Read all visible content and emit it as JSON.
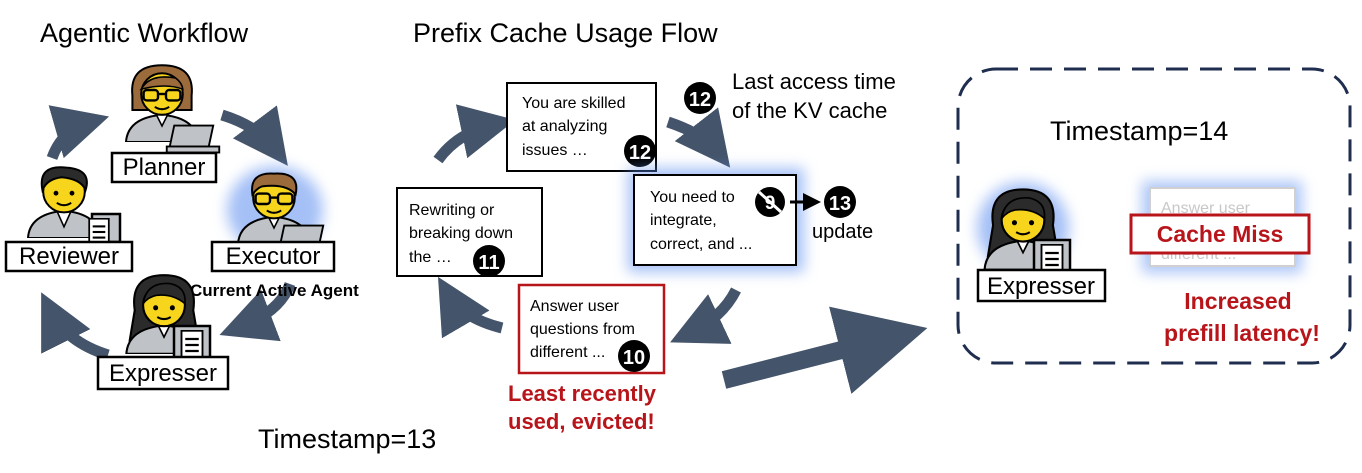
{
  "workflow": {
    "title": "Agentic Workflow",
    "agents": [
      "Planner",
      "Executor",
      "Expresser",
      "Reviewer"
    ],
    "active_caption": "Current Active Agent",
    "timestamp": "Timestamp=13"
  },
  "cache_flow": {
    "title": "Prefix Cache Usage Flow",
    "legend_num": "12",
    "legend_text": [
      "Last access time",
      "of the KV cache"
    ],
    "entries": [
      {
        "lines": [
          "You are skilled",
          "at analyzing",
          "issues …"
        ],
        "time": "12"
      },
      {
        "lines": [
          "You need to",
          "integrate,",
          "correct, and ..."
        ],
        "time": "9",
        "new_time": "13",
        "update_label": "update"
      },
      {
        "lines": [
          "Answer user",
          "questions from",
          "different ..."
        ],
        "time": "10"
      },
      {
        "lines": [
          "Rewriting or",
          "breaking down",
          "the …"
        ],
        "time": "11"
      }
    ],
    "evicted_note": [
      "Least recently",
      "used, evicted!"
    ]
  },
  "next_state": {
    "timestamp": "Timestamp=14",
    "agent": "Expresser",
    "ghost_lines": [
      "Answer user",
      "",
      "different ..."
    ],
    "miss_label": "Cache Miss",
    "latency_note": [
      "Increased",
      "prefill latency!"
    ]
  },
  "colors": {
    "arrow": "#44546a",
    "red": "#b8151b",
    "glow": "#5b8def",
    "skin": "#f7d51d",
    "hair_brown": "#9b6b3c",
    "hair_black": "#2b2b2b",
    "shirt": "#bfc3c7"
  }
}
